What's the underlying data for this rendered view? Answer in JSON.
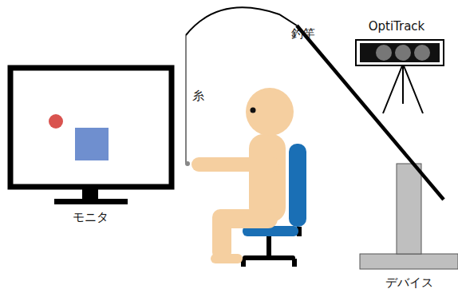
{
  "diagram": {
    "labels": [
      "釣竿",
      "OptiTrack",
      "糸",
      "モニタ",
      "デバイス"
    ]
  }
}
